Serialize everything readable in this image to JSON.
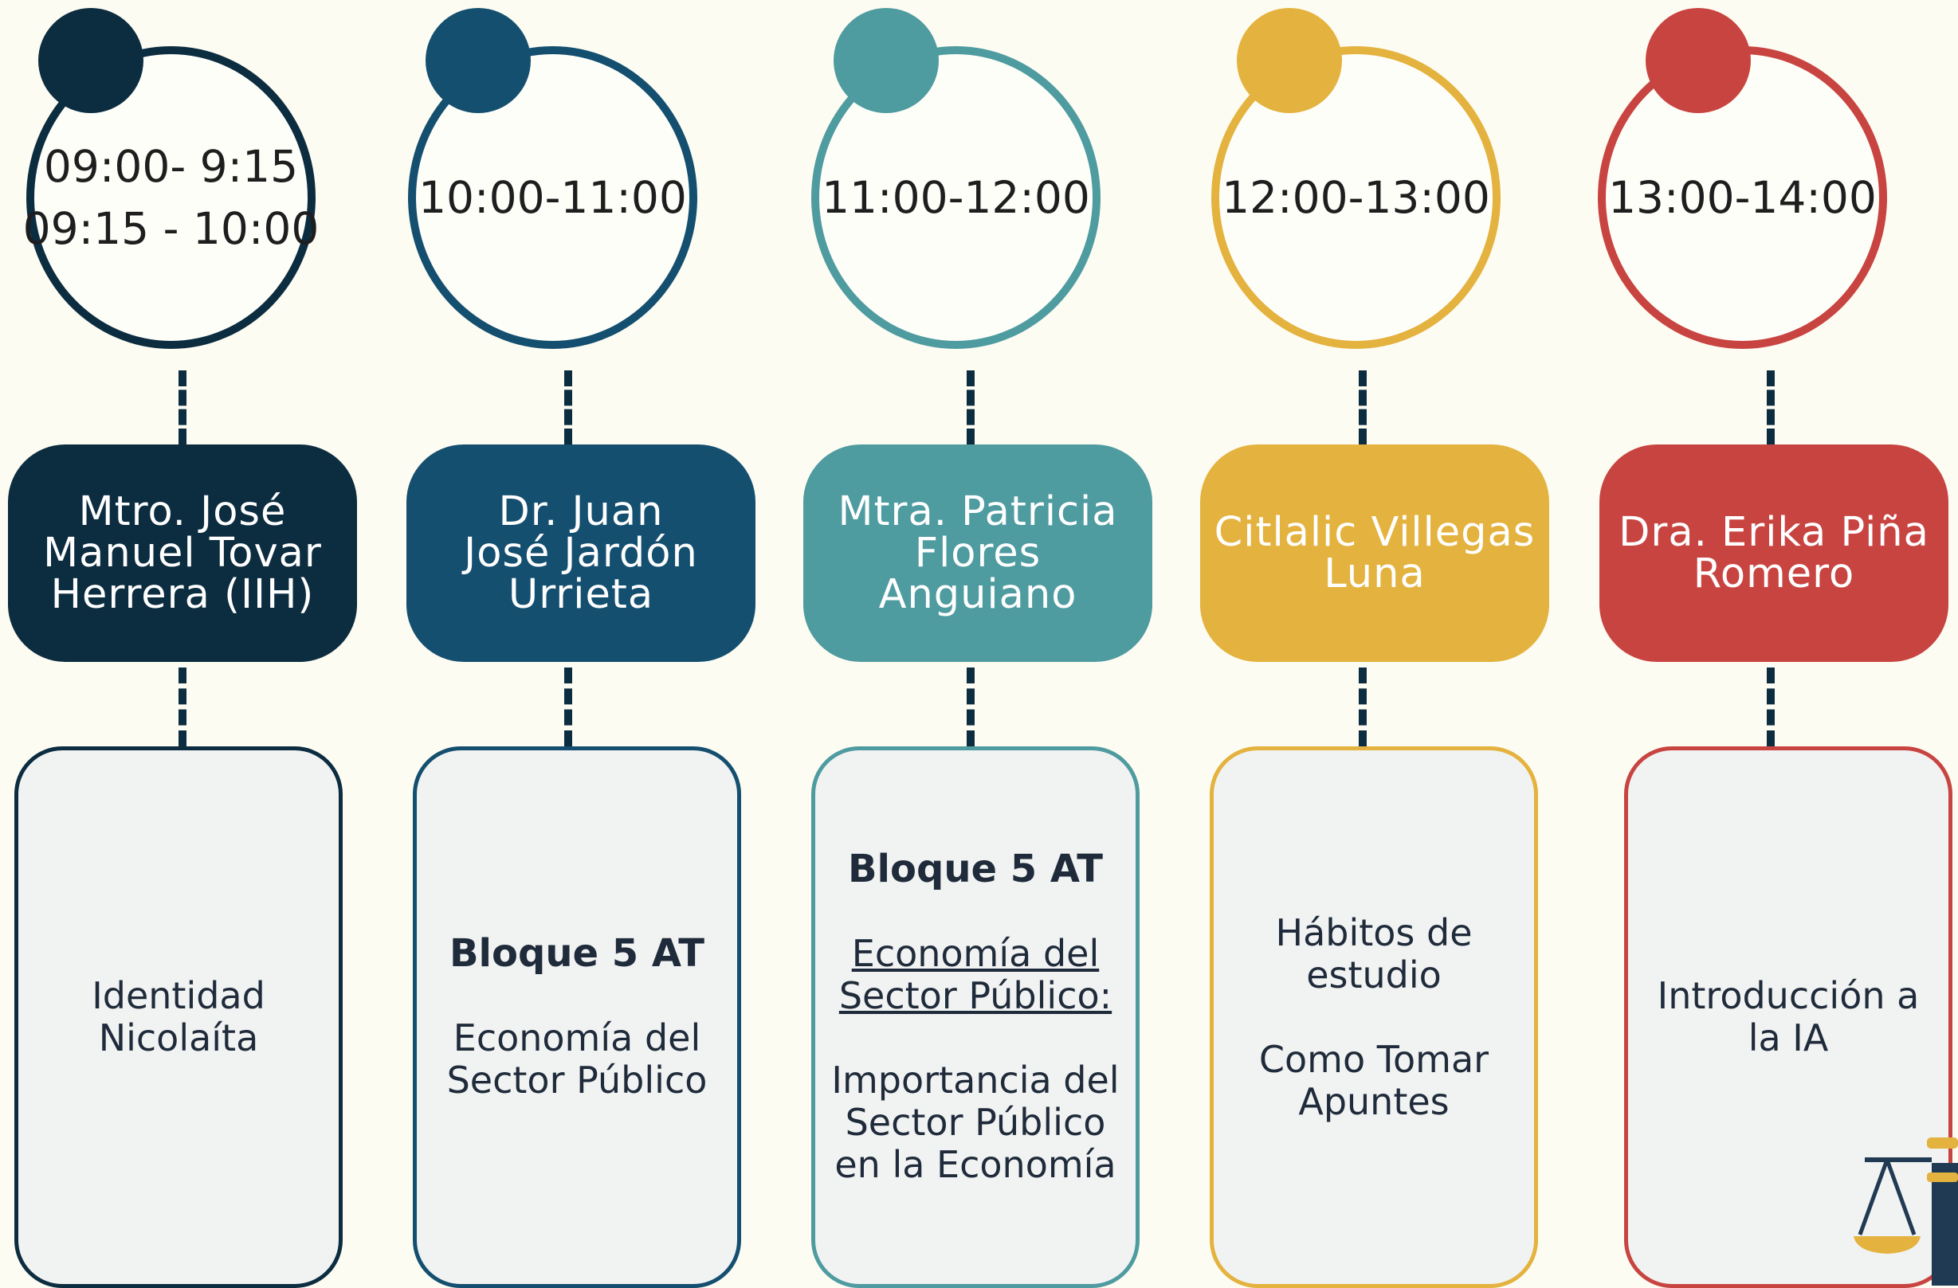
{
  "colors": {
    "c1": "#0c2c40",
    "c2": "#144f70",
    "c3": "#4e9ba0",
    "c4": "#e4b23e",
    "c5": "#c84441",
    "background": "#fdfcf2"
  },
  "columns": [
    {
      "times": [
        "09:00- 9:15",
        "09:15 - 10:00"
      ],
      "speaker": [
        "Mtro. José",
        "Manuel Tovar",
        "Herrera (IIH)"
      ],
      "topic": [
        "Identidad",
        "Nicolaíta"
      ]
    },
    {
      "times": [
        "10:00-11:00"
      ],
      "speaker": [
        "Dr. Juan",
        "José Jardón",
        "Urrieta"
      ],
      "block": "Bloque 5 AT",
      "topic": [
        "Economía del",
        "Sector Público"
      ]
    },
    {
      "times": [
        "11:00-12:00"
      ],
      "speaker": [
        "Mtra. Patricia",
        "Flores",
        "Anguiano"
      ],
      "block": "Bloque 5 AT",
      "subtitle": [
        "Economía del",
        "Sector Público:"
      ],
      "topic": [
        "Importancia del",
        "Sector Público",
        "en la Economía"
      ]
    },
    {
      "times": [
        "12:00-13:00"
      ],
      "speaker": [
        "Citlalic Villegas",
        "Luna"
      ],
      "topic": [
        "Hábitos de",
        "estudio"
      ],
      "topic2": [
        "Como Tomar",
        "Apuntes"
      ]
    },
    {
      "times": [
        "13:00-14:00"
      ],
      "speaker": [
        "Dra. Erika Piña",
        "Romero"
      ],
      "topic": [
        "Introducción a",
        "la IA"
      ]
    }
  ],
  "decoration": {
    "icon": "scale-of-justice-icon"
  }
}
